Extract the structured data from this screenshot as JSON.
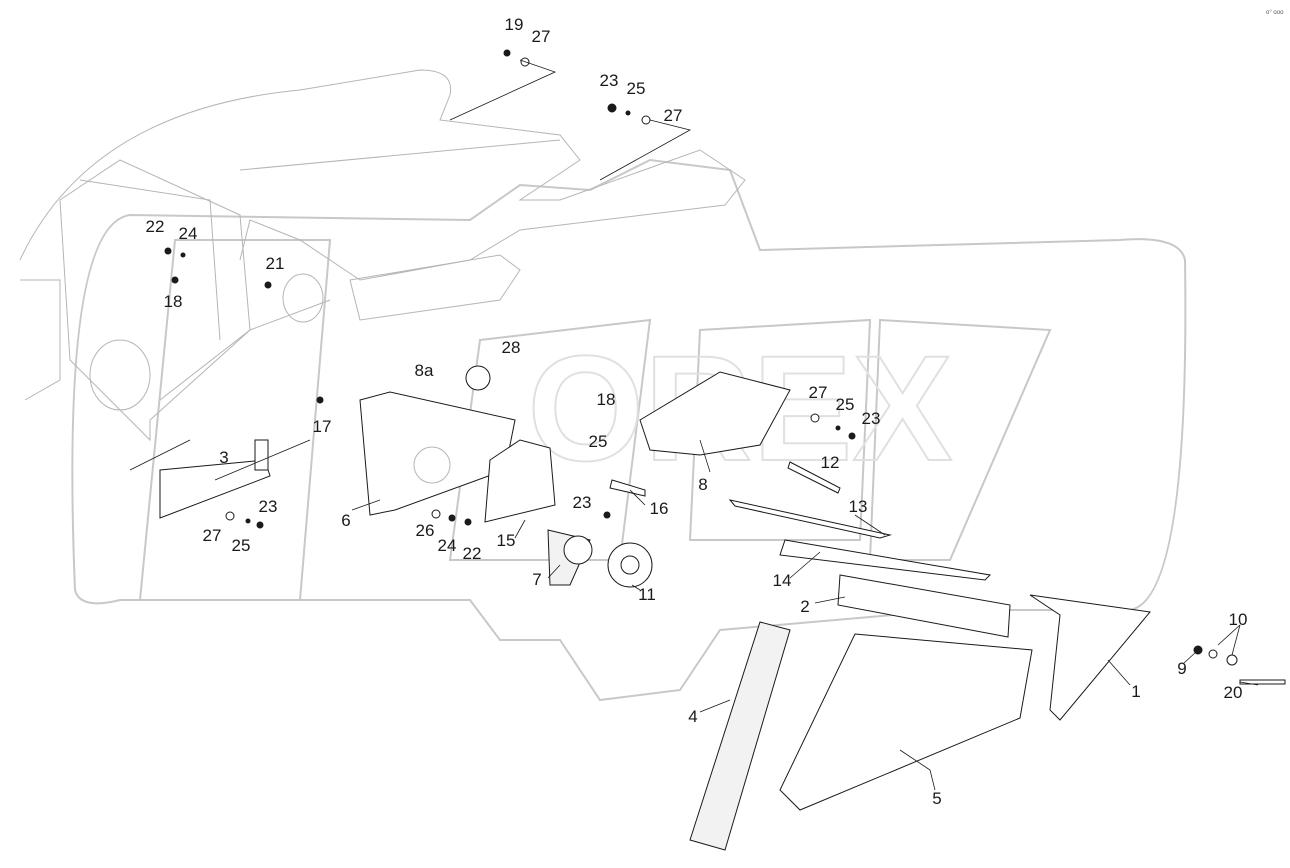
{
  "diagram": {
    "watermark": "OREX",
    "corner_mark": "o° ooo",
    "callouts": [
      "19",
      "27",
      "23",
      "25",
      "27",
      "22",
      "24",
      "21",
      "18",
      "28",
      "8a",
      "17",
      "18",
      "27",
      "25",
      "23",
      "25",
      "12",
      "8",
      "3",
      "6",
      "23",
      "27",
      "25",
      "26",
      "24",
      "22",
      "15",
      "23",
      "16",
      "13",
      "7",
      "11",
      "14",
      "2",
      "10",
      "9",
      "20",
      "1",
      "4",
      "5"
    ]
  }
}
